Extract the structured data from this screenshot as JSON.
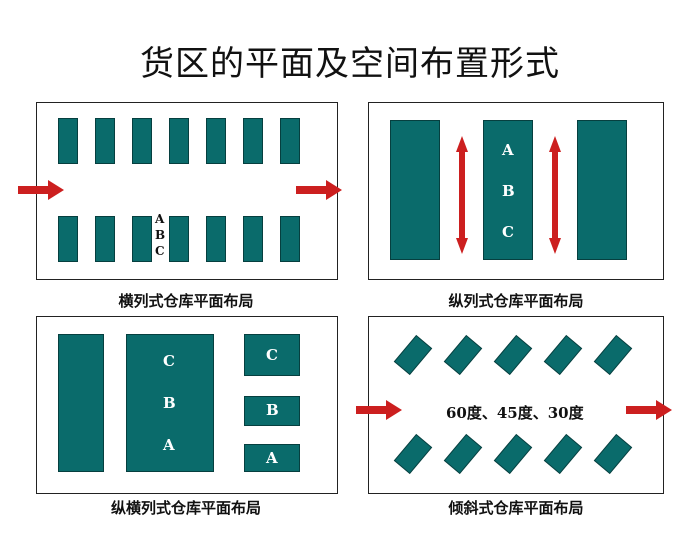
{
  "title": "货区的平面及空间布置形式",
  "panels": {
    "horizontal": {
      "caption": "横列式仓库平面布局",
      "labels": [
        "A",
        "B",
        "C"
      ]
    },
    "vertical": {
      "caption": "纵列式仓库平面布局",
      "labels": [
        "A",
        "B",
        "C"
      ]
    },
    "mixed": {
      "caption": "纵横列式仓库平面布局",
      "big_labels": [
        "C",
        "B",
        "A"
      ],
      "small_labels": [
        "C",
        "B",
        "A"
      ]
    },
    "inclined": {
      "caption": "倾斜式仓库平面布局",
      "angles": "60度、45度、30度"
    }
  },
  "colors": {
    "rack": "#0a6b6b",
    "arrow": "#cc1f1f",
    "border": "#222222"
  }
}
